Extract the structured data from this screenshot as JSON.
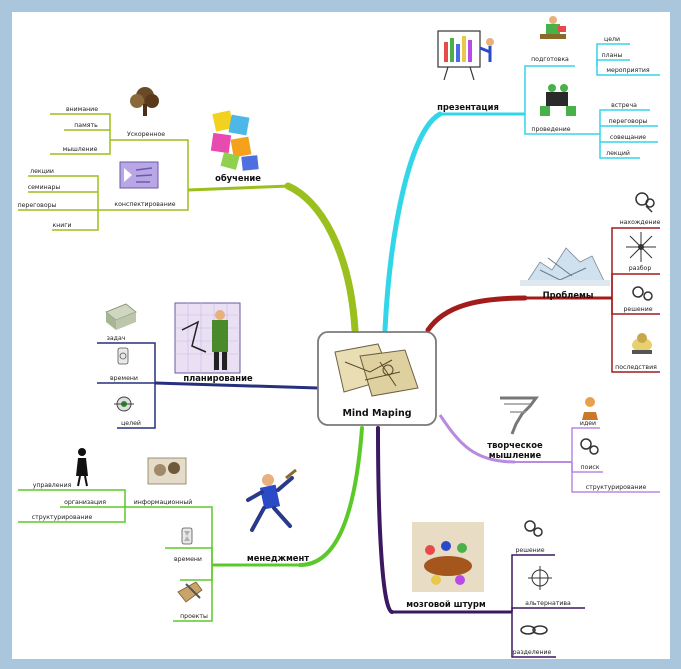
{
  "center": {
    "title": "Mind Maping"
  },
  "branches": {
    "learning": {
      "title": "обучение",
      "sub1": {
        "title": "Ускоренное",
        "items": [
          "внимание",
          "память",
          "мышление"
        ]
      },
      "sub2": {
        "title": "конспектирование",
        "items": [
          "лекции",
          "семинары",
          "переговоры",
          "книги"
        ]
      }
    },
    "planning": {
      "title": "планирование",
      "items": [
        "задач",
        "времени",
        "целей"
      ]
    },
    "management": {
      "title": "менеджмент",
      "sub1": {
        "title": "информационный",
        "items": [
          "управления",
          "организация",
          "структурирование"
        ]
      },
      "items": [
        "времени",
        "проекты"
      ]
    },
    "presentation": {
      "title": "презентация",
      "sub1": {
        "title": "подготовка",
        "items": [
          "цели",
          "планы",
          "мероприятия"
        ]
      },
      "sub2": {
        "title": "проведение",
        "items": [
          "встреча",
          "переговоры",
          "совещание",
          "лекций"
        ]
      }
    },
    "problems": {
      "title": "Проблемы",
      "items": [
        "нахождение",
        "разбор",
        "решение",
        "последствия"
      ]
    },
    "creative": {
      "title_line1": "творческое",
      "title_line2": "мышление",
      "items": [
        "идеи",
        "поиск",
        "структурирование"
      ]
    },
    "brainstorm": {
      "title": "мозговой штурм",
      "items": [
        "решение",
        "альтернатива",
        "разделение"
      ]
    }
  },
  "colors": {
    "learning": "#9bbf1c",
    "presentation": "#33d6e8",
    "problems": "#a21c1c",
    "planning": "#26307e",
    "creative": "#b88ae0",
    "management": "#5cc92a",
    "brainstorm": "#3c1860"
  }
}
